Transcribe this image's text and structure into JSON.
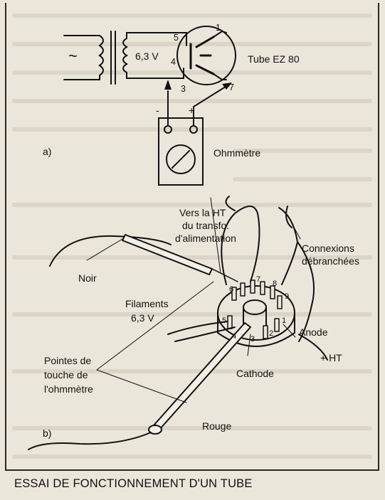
{
  "diagram_a": {
    "tilde": "~",
    "voltage": "6,3 V",
    "pin_1": "1",
    "pin_5": "5",
    "pin_4": "4",
    "pin_3": "3",
    "pin_7": "7",
    "tube": "Tube EZ 80",
    "minus": "-",
    "plus": "+",
    "meter": "Ohmmètre",
    "panel": "a)"
  },
  "diagram_b": {
    "ht_line1": "Vers la HT",
    "ht_line2": "du transfo.",
    "ht_line3": "d'alimentation",
    "disc_line1": "Connexions",
    "disc_line2": "débranchées",
    "noir": "Noir",
    "fil_line1": "Filaments",
    "fil_line2": "6,3 V",
    "pin_6": "6",
    "pin_7": "7",
    "pin_8": "8",
    "pin_9": "9",
    "pin_1": "1",
    "pin_2": "2",
    "pin_3": "3",
    "pin_4": "4",
    "pin_5": "5",
    "anode": "Anode",
    "plus_ht": "+ HT",
    "cathode": "Cathode",
    "probes_line1": "Pointes de",
    "probes_line2": "touche de",
    "probes_line3": "l'ohmmètre",
    "rouge": "Rouge",
    "panel": "b)"
  },
  "caption": "ESSAI DE FONCTIONNEMENT D'UN TUBE"
}
